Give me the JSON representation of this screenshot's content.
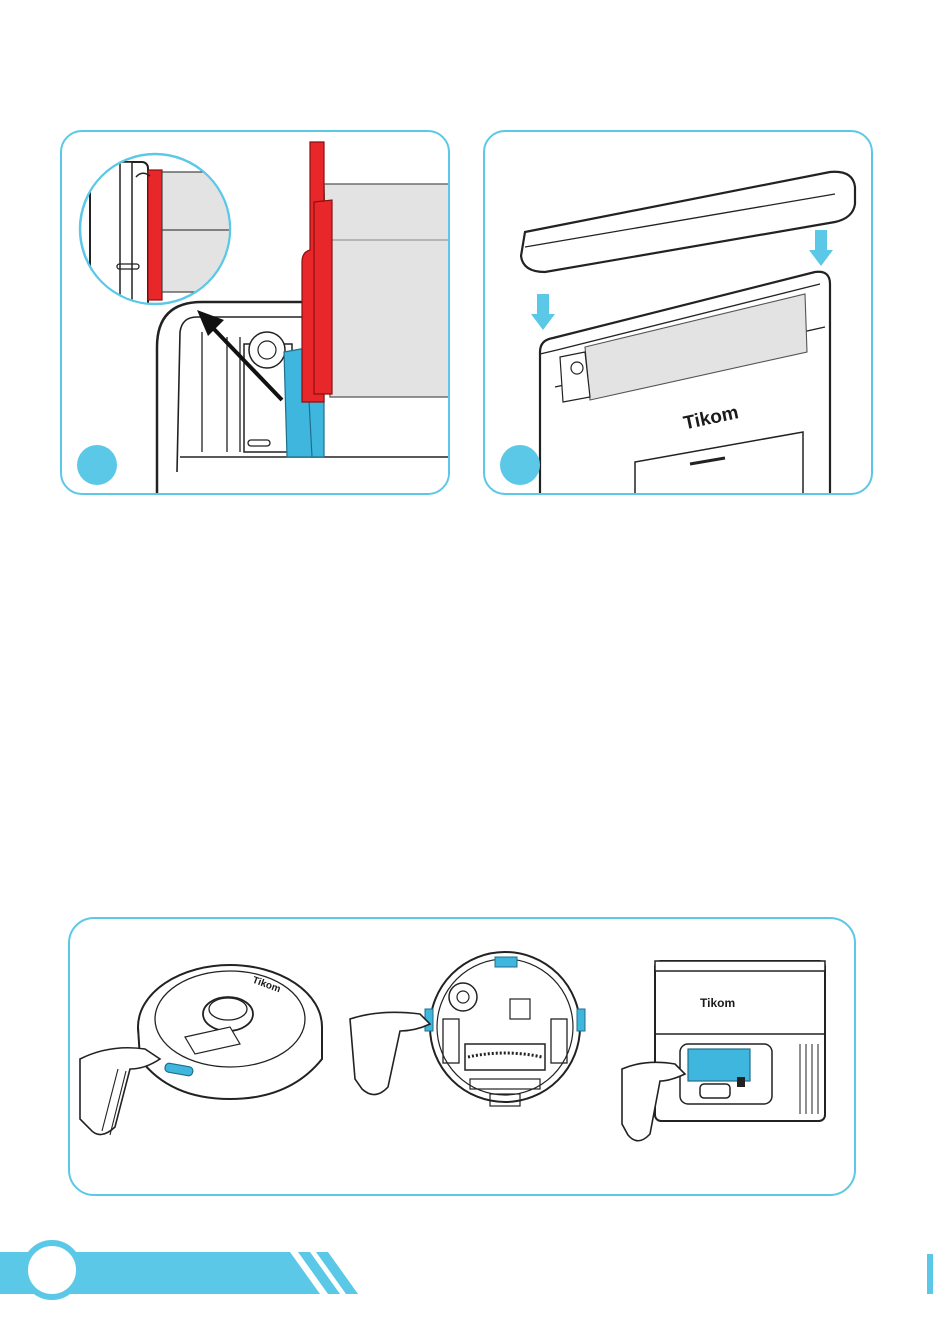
{
  "figures": {
    "step1": {
      "caption": ""
    },
    "step2": {
      "brand": "Tikom"
    },
    "cleaning": {
      "dock_brand": "Tikom",
      "robot_brand": "Tikom"
    }
  },
  "colors": {
    "accent": "#5ac8e6",
    "highlight_red": "#e8272b",
    "highlight_blue": "#3fb6de",
    "filter_gray": "#e3e3e3"
  },
  "footer": {
    "page_number": ""
  }
}
